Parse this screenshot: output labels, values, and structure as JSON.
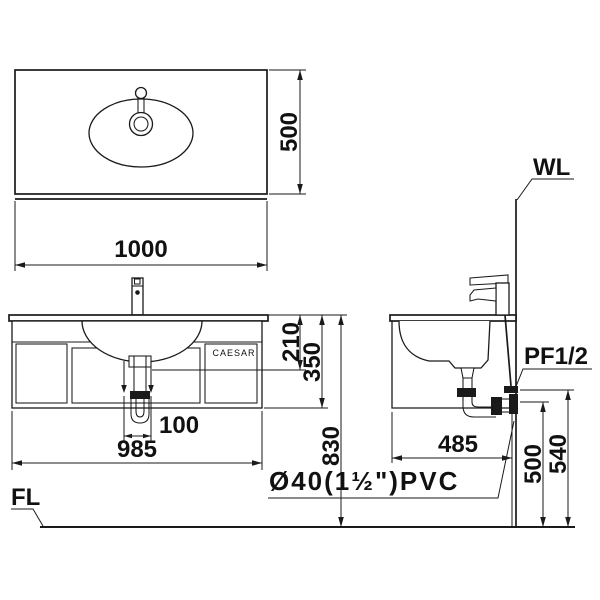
{
  "colors": {
    "line_color": "#1a1a1a",
    "background": "#ffffff"
  },
  "top_view": {
    "width": "1000",
    "depth": "500"
  },
  "front_view": {
    "brand": "CAESAR",
    "drain_spacing": "100",
    "cabinet_width": "985",
    "basin_depth": "210",
    "cabinet_height": "350",
    "counter_height": "830"
  },
  "side_view": {
    "depth": "485",
    "drain_outlet_height": "500",
    "supply_height": "540"
  },
  "labels": {
    "water_line": "WL",
    "floor_line": "FL",
    "supply_connection": "PF1/2",
    "drain_pipe": "Ø40(1½\")PVC"
  }
}
